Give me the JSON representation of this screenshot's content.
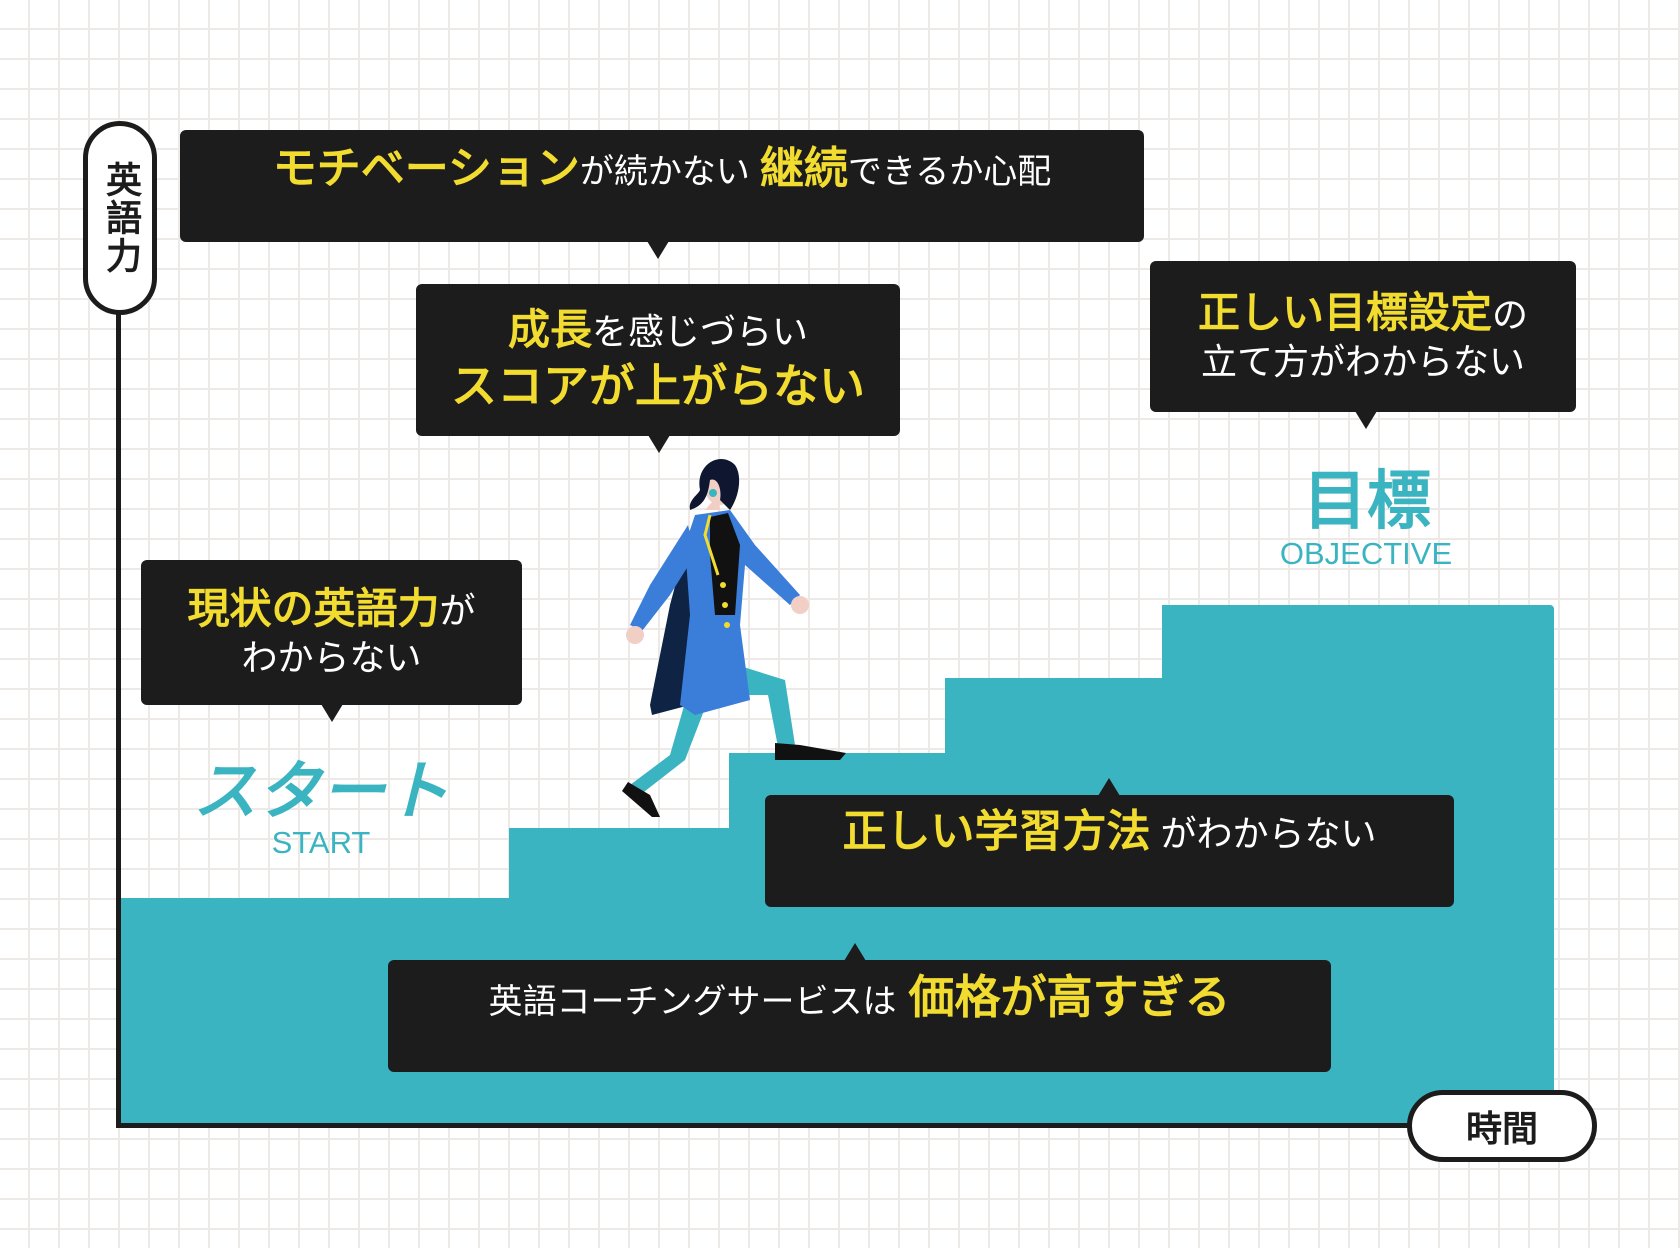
{
  "axes": {
    "y_label": "英語力",
    "x_label": "時間"
  },
  "start": {
    "jp": "スタート",
    "en": "START"
  },
  "goal": {
    "jp": "目標",
    "en": "OBJECTIVE"
  },
  "callouts": {
    "motivation": {
      "hl1": "モチベーション",
      "t1": "が続かない",
      "hl2": "継続",
      "t2": "できるか心配"
    },
    "growth": {
      "t1": "を感じづらい",
      "hl1": "成長",
      "line2": "スコアが上がらない"
    },
    "goal_setting": {
      "hl1": "正しい目標設定",
      "t1": "の",
      "line2": "立て方がわからない"
    },
    "current_level": {
      "hl1": "現状の英語力",
      "t1": "が",
      "line2": "わからない"
    },
    "method": {
      "hl1": "正しい学習方法",
      "t1": "がわからない"
    },
    "price": {
      "t1": "英語コーチングサービスは",
      "hl1": "価格が高すぎる"
    }
  },
  "colors": {
    "teal": "#3bb4c1",
    "yellow": "#f2dc2f",
    "dark": "#1c1c1c"
  }
}
